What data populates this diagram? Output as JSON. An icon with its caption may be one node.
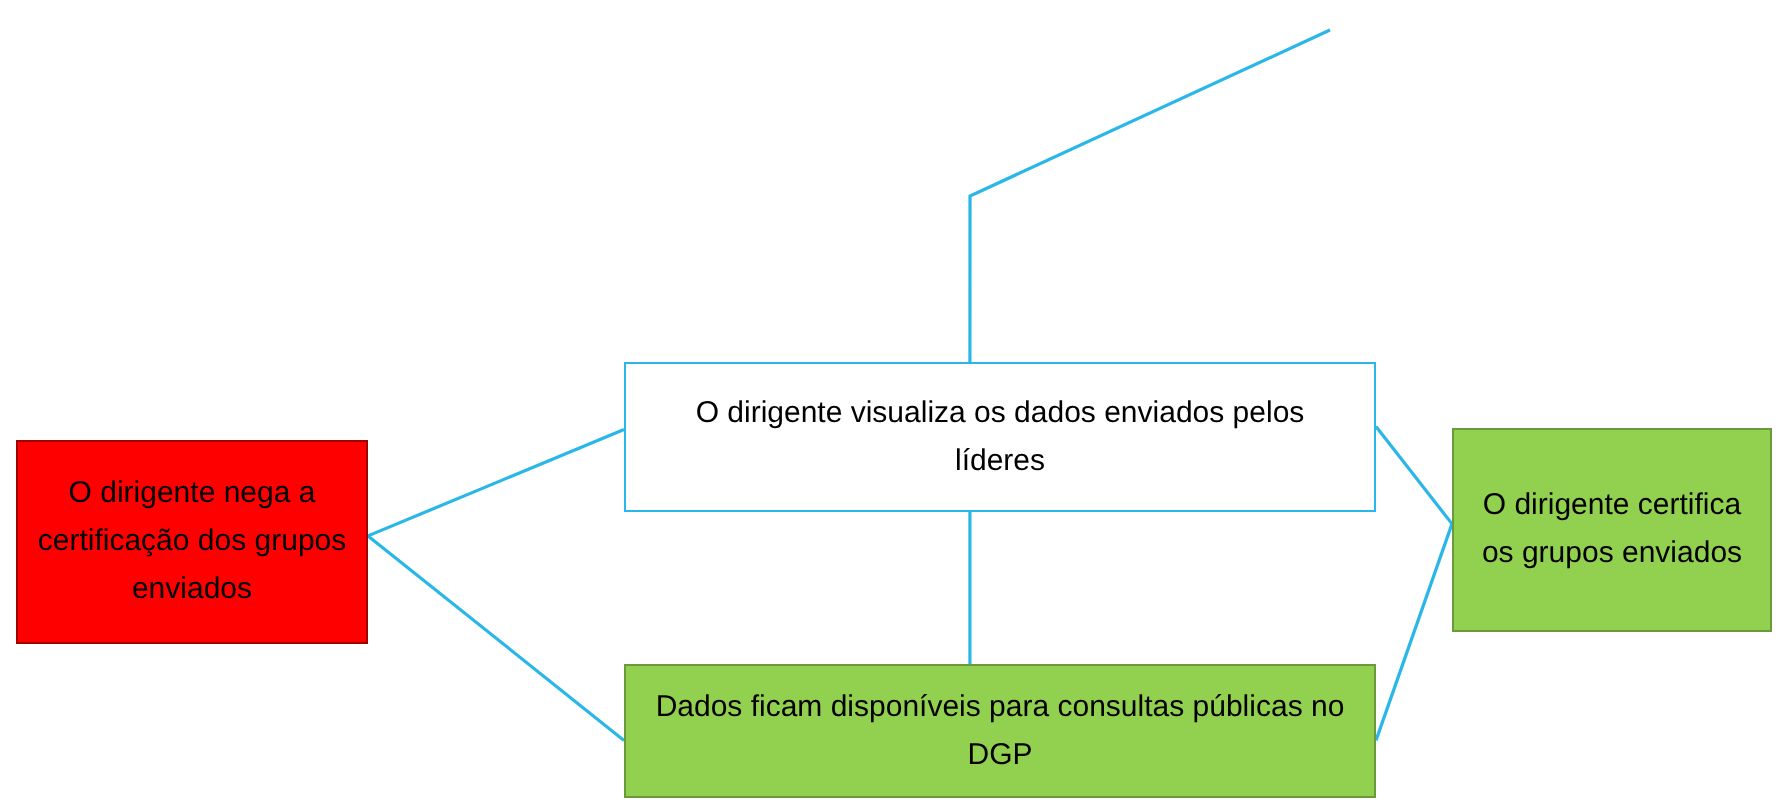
{
  "diagram": {
    "nodes": [
      {
        "text": [
          "O dirigente visualiza os dados enviados pelos líderes"
        ]
      },
      {
        "text": [
          "O dirigente nega a certificação dos grupos enviados"
        ]
      },
      {
        "text": [
          "O dirigente certifica os grupos enviados"
        ]
      },
      {
        "text": [
          "Dados ficam disponíveis para consultas públicas no DGP"
        ]
      }
    ],
    "edges": [
      {
        "from": null,
        "to": 0,
        "arrow": "none"
      },
      {
        "from": 1,
        "to": 0,
        "arrow": "none"
      },
      {
        "from": 1,
        "to": 3,
        "arrow": "none"
      },
      {
        "from": 0,
        "to": 3,
        "arrow": "none"
      },
      {
        "from": 0,
        "to": 2,
        "arrow": "none"
      },
      {
        "from": 3,
        "to": 2,
        "arrow": "none"
      }
    ]
  }
}
